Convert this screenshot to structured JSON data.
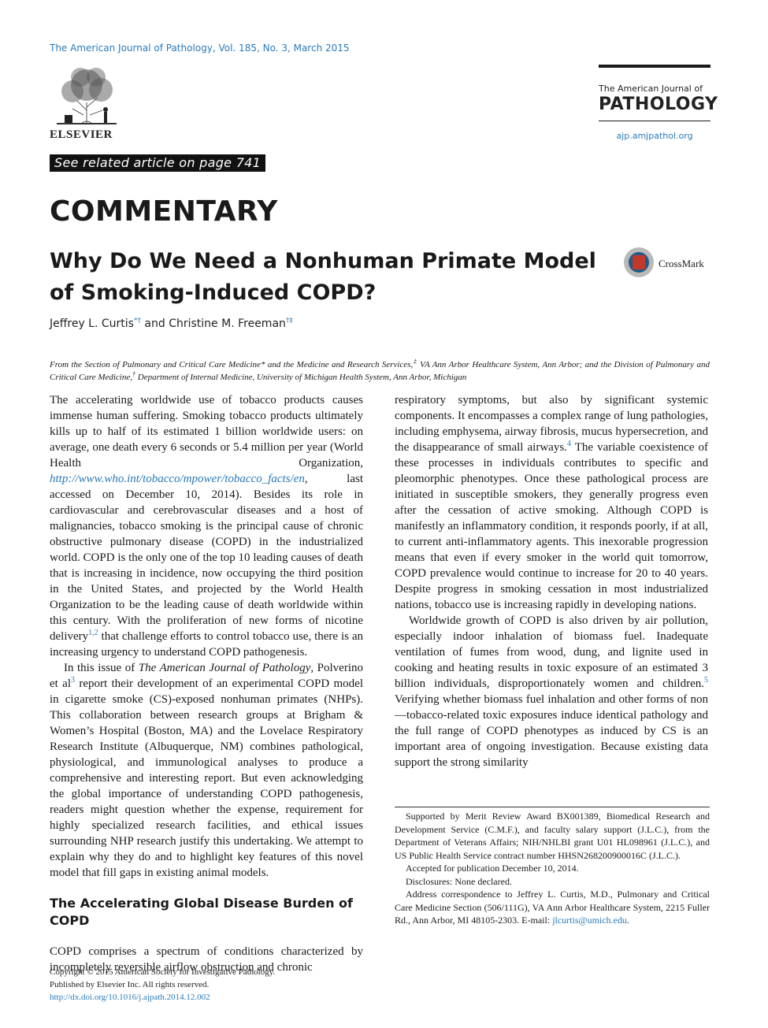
{
  "header": {
    "journal_line": "The American Journal of Pathology, Vol. 185, No. 3, March 2015",
    "publisher": "ELSEVIER",
    "brand_small": "The American Journal of",
    "brand_big": "PATHOLOGY",
    "brand_url": "ajp.amjpathol.org",
    "related_label": "See related article on page 741"
  },
  "article": {
    "section": "COMMENTARY",
    "title": "Why Do We Need a Nonhuman Primate Model of Smoking-Induced COPD?",
    "crossmark_label": "CrossMark",
    "author1": "Jeffrey L. Curtis",
    "author1_marks": "*†",
    "authors_and": " and ",
    "author2": "Christine M. Freeman",
    "author2_marks": "†‡",
    "affil_a": "From the Section of Pulmonary and Critical Care Medicine* and the Medicine and Research Services,",
    "affil_mark_a": "‡",
    "affil_b": " VA Ann Arbor Healthcare System, Ann Arbor; and the Division of Pulmonary and Critical Care Medicine,",
    "affil_mark_b": "†",
    "affil_c": " Department of Internal Medicine, University of Michigan Health System, Ann Arbor, Michigan"
  },
  "body": {
    "p1_a": "The accelerating worldwide use of tobacco products causes immense human suffering. Smoking tobacco products ultimately kills up to half of its estimated 1 billion worldwide users: on average, one death every 6 seconds or 5.4 million per year (World Health Organization, ",
    "p1_link": "http://www.who.int/tobacco/mpower/tobacco_facts/en",
    "p1_b": ", last accessed on December 10, 2014). Besides its role in cardiovascular and cerebrovascular diseases and a host of malignancies, tobacco smoking is the principal cause of chronic obstructive pulmonary disease (COPD) in the industrialized world. COPD is the only one of the top 10 leading causes of death that is increasing in incidence, now occupying the third position in the United States, and projected by the World Health Organization to be the leading cause of death worldwide within this century. With the proliferation of new forms of nicotine delivery",
    "p1_ref": "1,2",
    "p1_c": " that challenge efforts to control tobacco use, there is an increasing urgency to understand COPD pathogenesis.",
    "p2_a": "In this issue of ",
    "p2_journal": "The American Journal of Pathology",
    "p2_b": ", Polverino et al",
    "p2_ref": "3",
    "p2_c": " report their development of an experimental COPD model in cigarette smoke (CS)-exposed nonhuman primates (NHPs). This collaboration between research groups at Brigham & Women’s Hospital (Boston, MA) and the Lovelace Respiratory Research Institute (Albuquerque, NM) combines pathological, physiological, and immunological analyses to produce a comprehensive and interesting report. But even acknowledging the global importance of understanding COPD pathogenesis, readers might question whether the expense, requirement for highly specialized research facilities, and ethical issues surrounding NHP research justify this undertaking. We attempt to explain why they do and to highlight key features of this novel model that fill gaps in existing animal models.",
    "heading1": "The Accelerating Global Disease Burden of COPD",
    "p3": "COPD comprises a spectrum of conditions characterized by incompletely reversible airflow obstruction and chronic",
    "p4_a": "respiratory symptoms, but also by significant systemic components. It encompasses a complex range of lung pathologies, including emphysema, airway fibrosis, mucus hypersecretion, and the disappearance of small airways.",
    "p4_ref": "4",
    "p4_b": " The variable coexistence of these processes in individuals contributes to specific and pleomorphic phenotypes. Once these pathological process are initiated in susceptible smokers, they generally progress even after the cessation of active smoking. Although COPD is manifestly an inflammatory condition, it responds poorly, if at all, to current anti-inflammatory agents. This inexorable progression means that even if every smoker in the world quit tomorrow, COPD prevalence would continue to increase for 20 to 40 years. Despite progress in smoking cessation in most industrialized nations, tobacco use is increasing rapidly in developing nations.",
    "p5_a": "Worldwide growth of COPD is also driven by air pollution, especially indoor inhalation of biomass fuel. Inadequate ventilation of fumes from wood, dung, and lignite used in cooking and heating results in toxic exposure of an estimated 3 billion individuals, disproportionately women and children.",
    "p5_ref": "5",
    "p5_b": " Verifying whether biomass fuel inhalation and other forms of non—tobacco-related toxic exposures induce identical pathology and the full range of COPD phenotypes as induced by CS is an important area of ongoing investigation. Because existing data support the strong similarity"
  },
  "footnotes": {
    "support": "Supported by Merit Review Award BX001389, Biomedical Research and Development Service (C.M.F.), and faculty salary support (J.L.C.), from the Department of Veterans Affairs; NIH/NHLBI grant U01 HL098961 (J.L.C.), and US Public Health Service contract number HHSN268200900016C (J.L.C.).",
    "accepted": "Accepted for publication December 10, 2014.",
    "disclosures": "Disclosures: None declared.",
    "address": "Address correspondence to Jeffrey L. Curtis, M.D., Pulmonary and Critical Care Medicine Section (506/111G), VA Ann Arbor Healthcare System, 2215 Fuller Rd., Ann Arbor, MI 48105-2303. E-mail: ",
    "email": "jlcurtis@umich.edu",
    "address_end": "."
  },
  "copyright": {
    "line1": "Copyright © 2015 American Society for Investigative Pathology.",
    "line2": "Published by Elsevier Inc. All rights reserved.",
    "doi": "http://dx.doi.org/10.1016/j.ajpath.2014.12.002"
  },
  "colors": {
    "link": "#2a7ab8",
    "crossmark_red": "#c0392b",
    "crossmark_blue": "#1f5c8a"
  }
}
